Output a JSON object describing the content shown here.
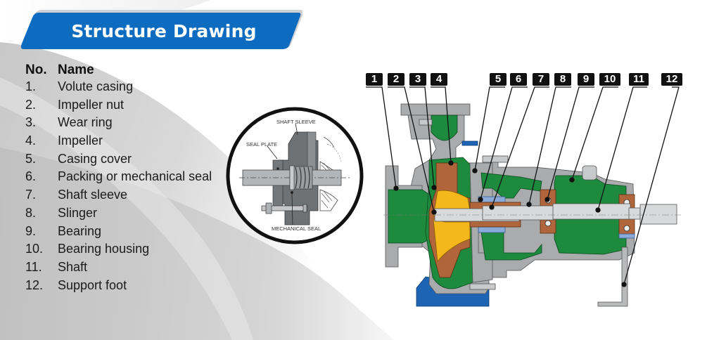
{
  "header": {
    "title": "Structure Drawing",
    "accent_color": "#0e6cc0"
  },
  "legend": {
    "col_no": "No.",
    "col_name": "Name",
    "items": [
      {
        "no": "1.",
        "name": "Volute casing"
      },
      {
        "no": "2.",
        "name": "Impeller nut"
      },
      {
        "no": "3.",
        "name": "Wear ring"
      },
      {
        "no": "4.",
        "name": "Impeller"
      },
      {
        "no": "5.",
        "name": "Casing cover"
      },
      {
        "no": "6.",
        "name": "Packing or mechanical seal"
      },
      {
        "no": "7.",
        "name": "Shaft sleeve"
      },
      {
        "no": "8.",
        "name": "Slinger"
      },
      {
        "no": "9.",
        "name": "Bearing"
      },
      {
        "no": "10.",
        "name": "Bearing housing"
      },
      {
        "no": "11.",
        "name": "Shaft"
      },
      {
        "no": "12.",
        "name": "Support foot"
      }
    ]
  },
  "detail_inset": {
    "labels": {
      "shaft_sleeve": "SHAFT SLEEVE",
      "seal_plate": "SEAL PLATE",
      "mechanical_seal": "MECHANICAL SEAL"
    }
  },
  "diagram": {
    "tags": [
      "1",
      "2",
      "3",
      "4",
      "5",
      "6",
      "7",
      "8",
      "9",
      "10",
      "11",
      "12"
    ],
    "colors": {
      "casing_gray": "#a9abad",
      "fluid_green": "#1e8a3e",
      "impeller_copper": "#b0663a",
      "impeller_yellow": "#f4b81c",
      "seal_blue": "#8aaad8",
      "base_blue": "#1e64b4",
      "shaft_light": "#d8d9da"
    }
  }
}
